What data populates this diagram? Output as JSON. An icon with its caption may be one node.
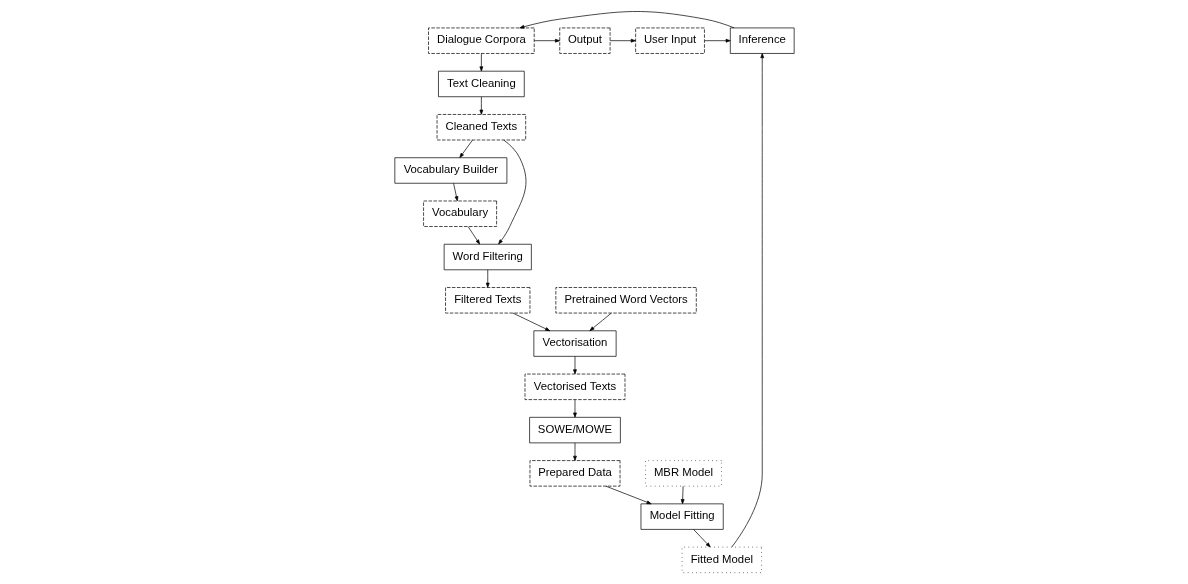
{
  "diagram": {
    "nodes": [
      {
        "text": [
          "Dialogue Corpora"
        ]
      },
      {
        "text": [
          "User Input"
        ]
      },
      {
        "text": [
          "Inference"
        ]
      },
      {
        "text": [
          "Output"
        ]
      },
      {
        "text": [
          "Text Cleaning"
        ]
      },
      {
        "text": [
          "Cleaned Texts"
        ]
      },
      {
        "text": [
          "Vocabulary Builder"
        ]
      },
      {
        "text": [
          "Word Filtering"
        ]
      },
      {
        "text": [
          "Vocabulary"
        ]
      },
      {
        "text": [
          "Filtered Texts"
        ]
      },
      {
        "text": [
          "Vectorisation"
        ]
      },
      {
        "text": [
          "Pretrained Word Vectors"
        ]
      },
      {
        "text": [
          "Fitted Model"
        ]
      },
      {
        "text": [
          "Model Fitting"
        ]
      },
      {
        "text": [
          "MBR Model"
        ]
      },
      {
        "text": [
          "Prepared Data"
        ]
      },
      {
        "text": [
          "SOWE/MOWE"
        ]
      },
      {
        "text": [
          "Vectorised Texts"
        ]
      }
    ],
    "edges": [
      {
        "from": 0,
        "to": 3,
        "arrow": "to"
      },
      {
        "from": 3,
        "to": 1,
        "arrow": "to"
      },
      {
        "from": 1,
        "to": 2,
        "arrow": "to"
      },
      {
        "from": 2,
        "to": 0,
        "arrow": "to"
      },
      {
        "from": 0,
        "to": 4,
        "arrow": "to"
      },
      {
        "from": 4,
        "to": 5,
        "arrow": "to"
      },
      {
        "from": 5,
        "to": 6,
        "arrow": "to"
      },
      {
        "from": 6,
        "to": 8,
        "arrow": "to"
      },
      {
        "from": 8,
        "to": 7,
        "arrow": "to"
      },
      {
        "from": 5,
        "to": 7,
        "arrow": "to"
      },
      {
        "from": 7,
        "to": 9,
        "arrow": "to"
      },
      {
        "from": 9,
        "to": 10,
        "arrow": "to"
      },
      {
        "from": 11,
        "to": 10,
        "arrow": "to"
      },
      {
        "from": 10,
        "to": 17,
        "arrow": "to"
      },
      {
        "from": 17,
        "to": 16,
        "arrow": "to"
      },
      {
        "from": 16,
        "to": 15,
        "arrow": "to"
      },
      {
        "from": 15,
        "to": 13,
        "arrow": "to"
      },
      {
        "from": 14,
        "to": 13,
        "arrow": "to"
      },
      {
        "from": 13,
        "to": 12,
        "arrow": "to"
      },
      {
        "from": 12,
        "to": 2,
        "arrow": "to"
      }
    ]
  }
}
